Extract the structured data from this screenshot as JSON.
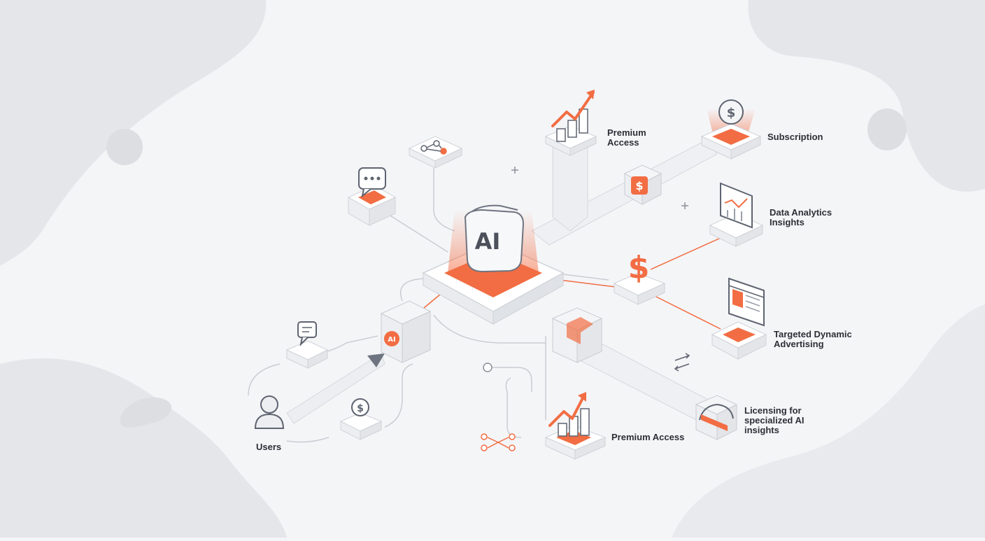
{
  "core": {
    "label": "AI"
  },
  "mini_core": {
    "label": "AI"
  },
  "nodes": {
    "premium_access_top": "Premium\nAccess",
    "subscription": "Subscription",
    "data_analytics": "Data Analytics\nInsights",
    "targeted_ads": "Targeted Dynamic\nAdvertising",
    "licensing": "Licensing for\nspecialized AI\ninsights",
    "premium_access_bottom": "Premium Access",
    "users": "Users"
  },
  "colors": {
    "accent": "#f26d43",
    "accent_light": "#f9b39b",
    "line": "#c9ccd2",
    "platform": "#ffffff",
    "platform_edge": "#cfd2d8",
    "text": "#2b2f36",
    "blob": "#e3e5e9"
  }
}
